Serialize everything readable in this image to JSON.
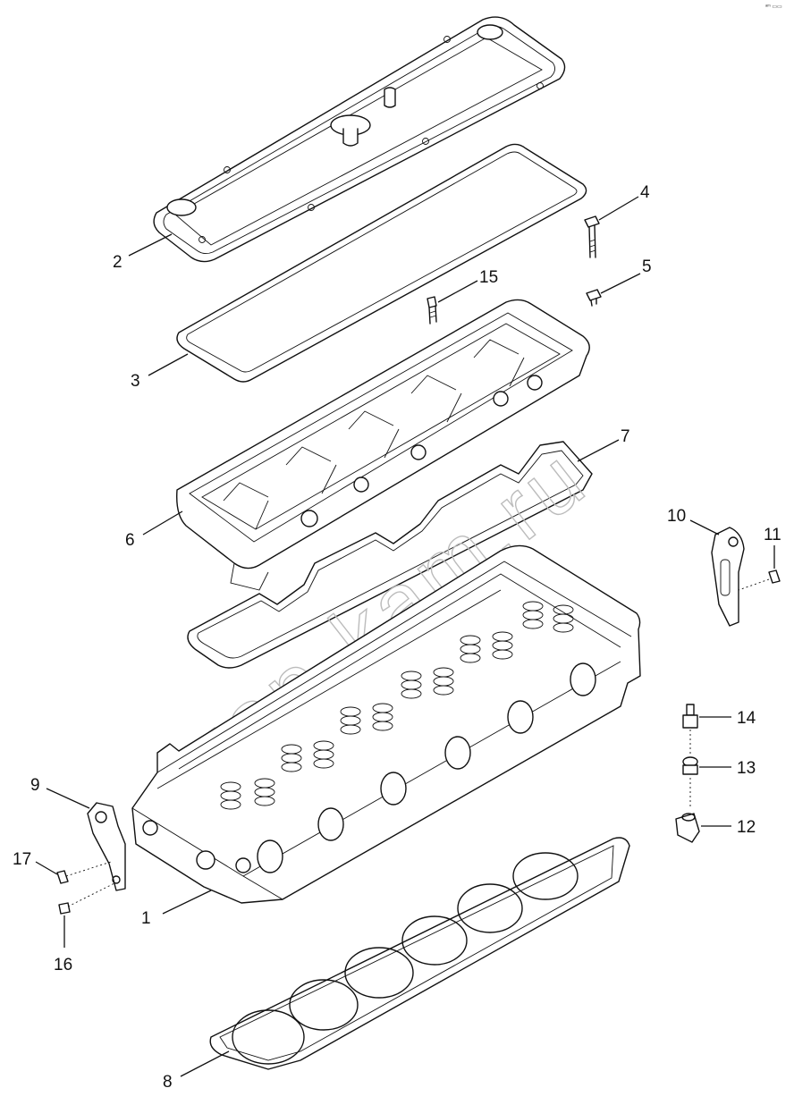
{
  "watermark": "zap-kam.ru",
  "corner_mark": "ᵃᵐ ▭▭",
  "callouts": [
    {
      "id": "1",
      "label": "1"
    },
    {
      "id": "2",
      "label": "2"
    },
    {
      "id": "3",
      "label": "3"
    },
    {
      "id": "4",
      "label": "4"
    },
    {
      "id": "5",
      "label": "5"
    },
    {
      "id": "6",
      "label": "6"
    },
    {
      "id": "7",
      "label": "7"
    },
    {
      "id": "8",
      "label": "8"
    },
    {
      "id": "9",
      "label": "9"
    },
    {
      "id": "10",
      "label": "10"
    },
    {
      "id": "11",
      "label": "11"
    },
    {
      "id": "12",
      "label": "12"
    },
    {
      "id": "13",
      "label": "13"
    },
    {
      "id": "14",
      "label": "14"
    },
    {
      "id": "15",
      "label": "15"
    },
    {
      "id": "16",
      "label": "16"
    },
    {
      "id": "17",
      "label": "17"
    }
  ]
}
